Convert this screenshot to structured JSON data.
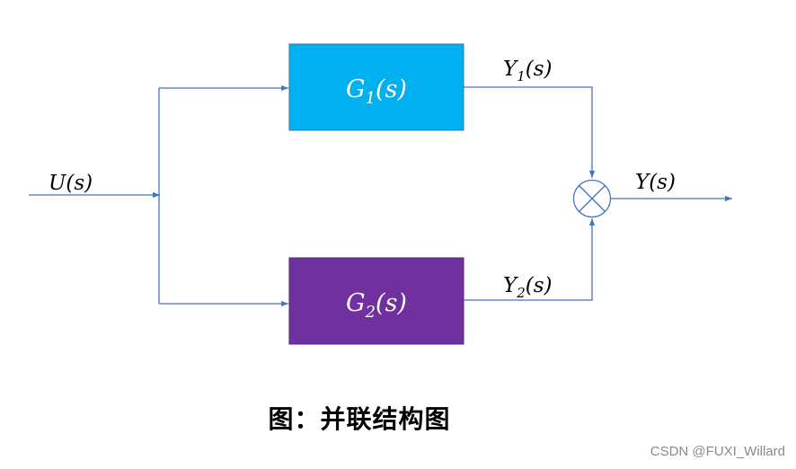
{
  "diagram": {
    "input_label": {
      "base": "U",
      "arg": "(s)"
    },
    "block1": {
      "base": "G",
      "sub": "1",
      "arg": "(s)"
    },
    "block2": {
      "base": "G",
      "sub": "2",
      "arg": "(s)"
    },
    "output1_label": {
      "base": "Y",
      "sub": "1",
      "arg": "(s)"
    },
    "output2_label": {
      "base": "Y",
      "sub": "2",
      "arg": "(s)"
    },
    "output_label": {
      "base": "Y",
      "arg": "(s)"
    }
  },
  "caption": "图：并联结构图",
  "watermark": "CSDN @FUXI_Willard",
  "colors": {
    "block1_fill": "#00b0f0",
    "block2_fill": "#7030a0",
    "line": "#4472c4",
    "block_text": "#ffffff",
    "label_text": "#000000"
  }
}
